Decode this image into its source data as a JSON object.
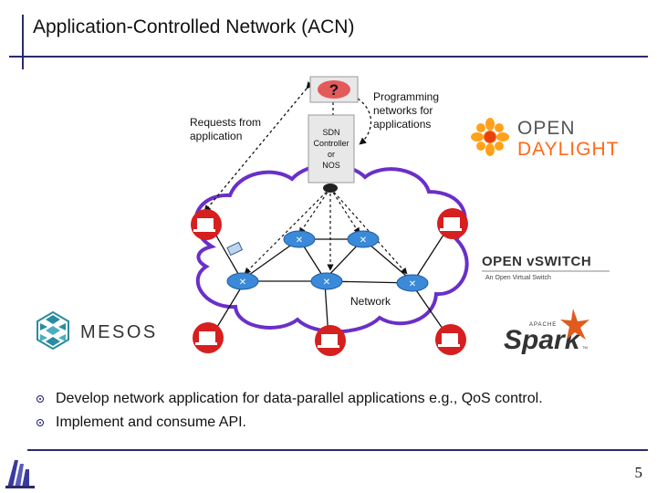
{
  "slide": {
    "title": "Application-Controlled Network (ACN)",
    "page_number": "5"
  },
  "diagram": {
    "question_mark": "?",
    "controller_lines": [
      "SDN",
      "Controller",
      "or",
      "NOS"
    ],
    "requests_label_lines": [
      "Requests from",
      "application"
    ],
    "programming_label_lines": [
      "Programming",
      "networks for",
      "applications"
    ],
    "network_label": "Network"
  },
  "logos": {
    "opendaylight": {
      "line1": "OPEN",
      "line2": "DAYLIGHT",
      "color": "#ff6a1a"
    },
    "openvswitch": {
      "title": "OPEN vSWITCH",
      "subtitle": "An Open Virtual Switch"
    },
    "mesos": {
      "text": "MESOS",
      "color": "#2a8ca0"
    },
    "spark": {
      "small": "APACHE",
      "text": "Spark",
      "tm": "TM",
      "color": "#e25a1c"
    }
  },
  "bullets": [
    "Develop network application for data-parallel applications e.g., QoS control.",
    "Implement and consume API."
  ],
  "colors": {
    "cloud_outline": "#6a2fc9",
    "router": "#3b8ad9",
    "host": "#d61f1f"
  }
}
